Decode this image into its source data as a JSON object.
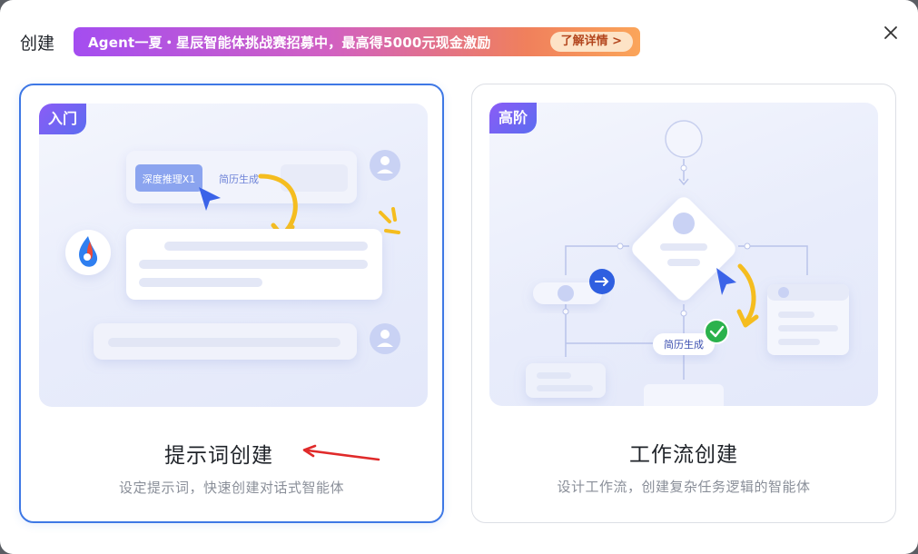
{
  "header": {
    "title": "创建",
    "banner_text": "Agent一夏・星辰智能体挑战赛招募中，最高得5000元现金激励",
    "banner_button": "了解详情 >",
    "close_icon": "close-icon"
  },
  "cards": [
    {
      "tag": "入门",
      "title": "提示词创建",
      "description": "设定提示词，快速创建对话式智能体",
      "illustration": {
        "chip_label": "深度推理X1",
        "chip_text": "简历生成"
      }
    },
    {
      "tag": "高阶",
      "title": "工作流创建",
      "description": "设计工作流，创建复杂任务逻辑的智能体",
      "illustration": {
        "node_label": "简历生成"
      }
    }
  ],
  "colors": {
    "selected_border": "#3e78e5",
    "accent_blue": "#3b63e8",
    "arrow_yellow": "#f5bd1f",
    "annotation_red": "#e02a2a",
    "success_green": "#2bb24c"
  }
}
